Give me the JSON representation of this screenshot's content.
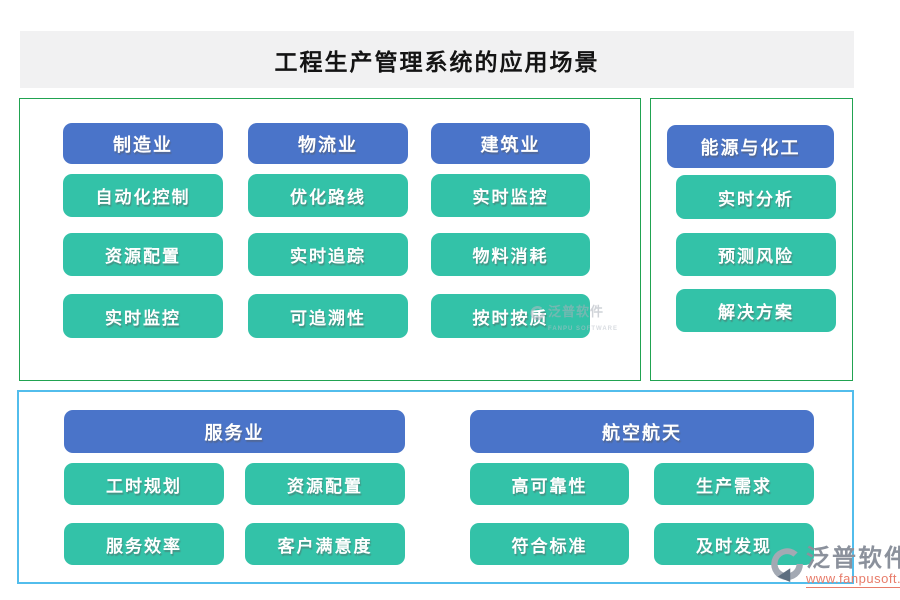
{
  "page": {
    "title": "工程生产管理系统的应用场景"
  },
  "colors": {
    "header_blue": "#4a74c9",
    "item_teal": "#33c2a8",
    "panel_border_green": "#21a351",
    "panel_border_blue": "#52bdec",
    "banner_gray": "#f1f1f2",
    "logo_gray": "#8b919c",
    "logo_url_coral": "#e87c6a"
  },
  "panels": {
    "upper_left": {
      "columns": [
        {
          "header": "制造业",
          "items": [
            "自动化控制",
            "资源配置",
            "实时监控"
          ]
        },
        {
          "header": "物流业",
          "items": [
            "优化路线",
            "实时追踪",
            "可追溯性"
          ]
        },
        {
          "header": "建筑业",
          "items": [
            "实时监控",
            "物料消耗",
            "按时按质"
          ]
        }
      ]
    },
    "upper_right": {
      "columns": [
        {
          "header": "能源与化工",
          "items": [
            "实时分析",
            "预测风险",
            "解决方案"
          ]
        }
      ]
    },
    "bottom": {
      "columns": [
        {
          "header": "服务业",
          "items": [
            "工时规划",
            "资源配置",
            "服务效率",
            "客户满意度"
          ]
        },
        {
          "header": "航空航天",
          "items": [
            "高可靠性",
            "生产需求",
            "符合标准",
            "及时发现"
          ]
        }
      ]
    }
  },
  "watermarks": {
    "inline": {
      "name": "泛普软件",
      "subtext": "FANPU SOFTWARE"
    },
    "corner": {
      "name": "泛普软件",
      "url": "www.fanpusoft.com"
    }
  }
}
